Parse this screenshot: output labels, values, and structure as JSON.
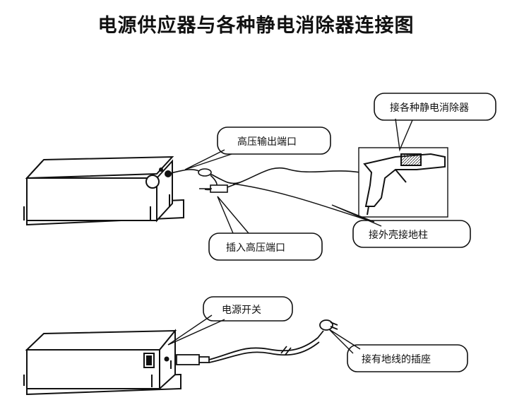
{
  "title": "电源供应器与各种静电消除器连接图",
  "labels": {
    "hv_output_port": "高压输出端口",
    "connect_eliminators": "接各种静电消除器",
    "insert_hv_port": "插入高压端口",
    "shell_ground": "接外壳接地柱",
    "power_switch": "电源开关",
    "grounded_socket": "接有地线的插座"
  }
}
